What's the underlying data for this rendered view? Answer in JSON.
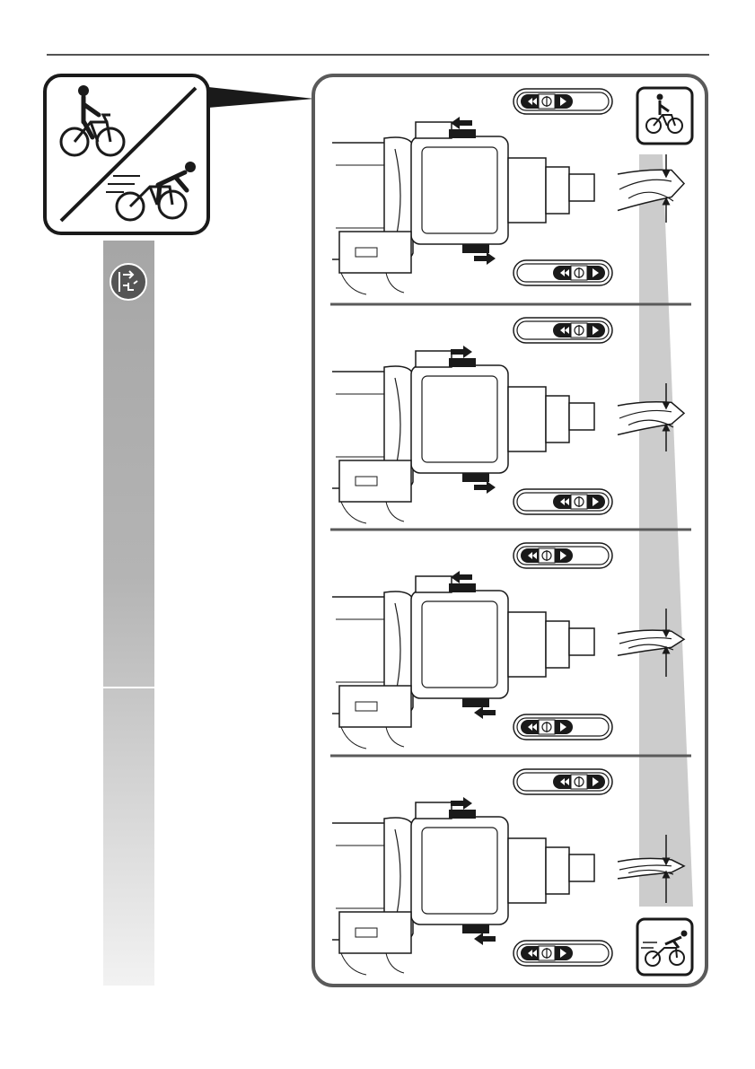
{
  "figure": {
    "icons": {
      "callout": "bike-slow-vs-fast-icon",
      "unplug": "unplug-power-icon",
      "slow": "slow-bike-icon",
      "fast": "fast-bike-icon"
    },
    "colors": {
      "ink": "#1a1a1a",
      "frame": "#5a5a5a",
      "gray_bar_top": "#a6a6a6",
      "gray_bar_bottom": "#f2f2f2",
      "wedge": "#cccccc"
    },
    "panels": [
      {
        "gear": "slowest",
        "upper_arrow": "left",
        "lower_arrow": "right",
        "upper_switch": "left",
        "lower_switch": "right"
      },
      {
        "gear": "slow",
        "upper_arrow": "right",
        "lower_arrow": "right",
        "upper_switch": "right",
        "lower_switch": "right"
      },
      {
        "gear": "fast",
        "upper_arrow": "left",
        "lower_arrow": "left",
        "upper_switch": "left",
        "lower_switch": "left"
      },
      {
        "gear": "fastest",
        "upper_arrow": "right",
        "lower_arrow": "left",
        "upper_switch": "right",
        "lower_switch": "left"
      }
    ]
  }
}
